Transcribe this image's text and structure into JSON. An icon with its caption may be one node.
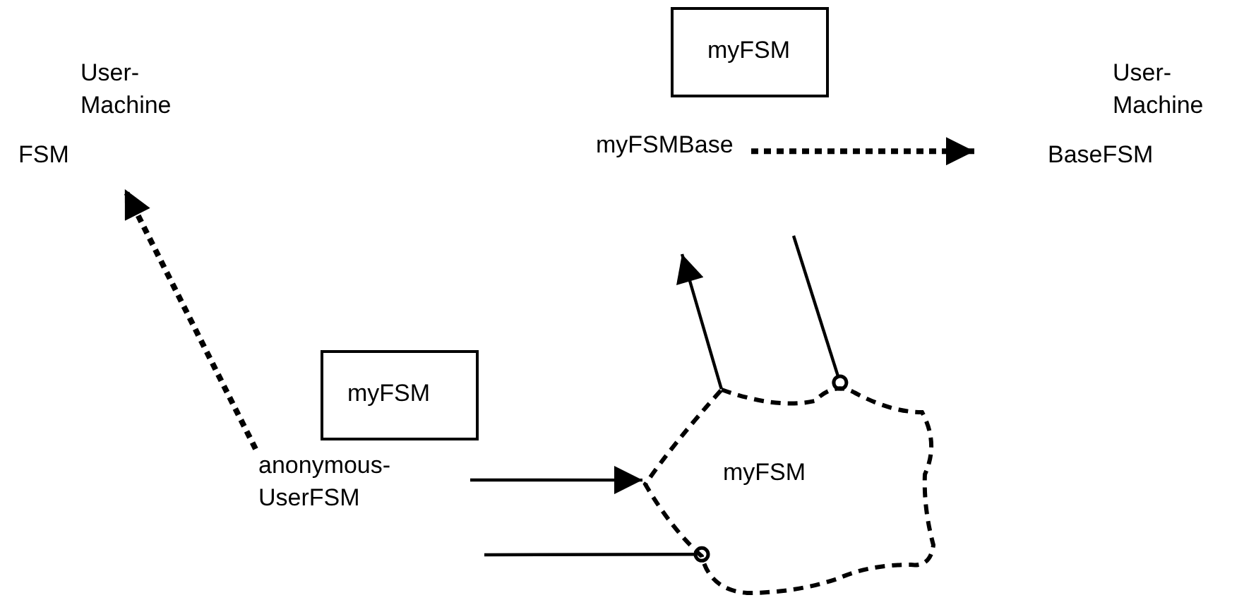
{
  "diagram": {
    "nodes": [
      {
        "text": [
          "User- Machine",
          "FSM"
        ]
      },
      {
        "text": [
          "myFSM"
        ]
      },
      {
        "text": [
          "myFSMBase"
        ]
      },
      {
        "text": [
          "User- Machine",
          "BaseFSM"
        ]
      },
      {
        "text": [
          "myFSM"
        ]
      },
      {
        "text": [
          "anonymous- UserFSM"
        ]
      },
      {
        "text": [
          "myFSM"
        ]
      }
    ],
    "edges": [
      {
        "from": 5,
        "to": 0,
        "arrow": "to",
        "style": "dashed"
      },
      {
        "from": 2,
        "to": 3,
        "arrow": "to",
        "style": "dashed"
      },
      {
        "from": null,
        "to": 6,
        "arrow": "to"
      },
      {
        "from": null,
        "to": 6,
        "arrow": "other"
      },
      {
        "from": 6,
        "to": null,
        "arrow": "to"
      },
      {
        "from": null,
        "to": 6,
        "arrow": "other"
      }
    ]
  }
}
